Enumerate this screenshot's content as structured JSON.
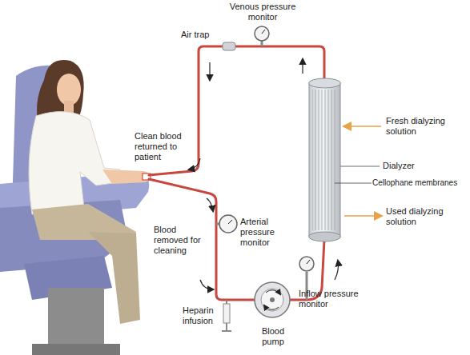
{
  "diagram": {
    "labels": [
      "Venous pressure monitor",
      "Air trap",
      "Clean blood returned to patient",
      "Fresh dialyzing solution",
      "Dialyzer",
      "Cellophane membranes",
      "Used dialyzing solution",
      "Arterial pressure monitor",
      "Blood removed for cleaning",
      "Heparin infusion",
      "Blood pump",
      "Inflow pressure monitor"
    ]
  }
}
